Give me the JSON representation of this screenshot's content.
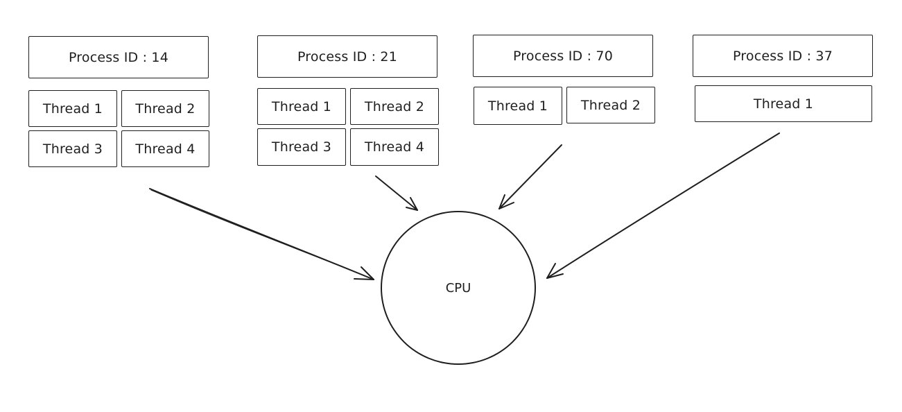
{
  "processes": [
    {
      "label": "Process ID : 14",
      "threads": [
        "Thread 1",
        "Thread 2",
        "Thread 3",
        "Thread 4"
      ]
    },
    {
      "label": "Process ID : 21",
      "threads": [
        "Thread 1",
        "Thread 2",
        "Thread 3",
        "Thread 4"
      ]
    },
    {
      "label": "Process ID : 70",
      "threads": [
        "Thread 1",
        "Thread 2"
      ]
    },
    {
      "label": "Process ID : 37",
      "threads": [
        "Thread 1"
      ]
    }
  ],
  "cpu": {
    "label": "CPU"
  },
  "colors": {
    "stroke": "#1e1e1e",
    "background": "#ffffff"
  }
}
